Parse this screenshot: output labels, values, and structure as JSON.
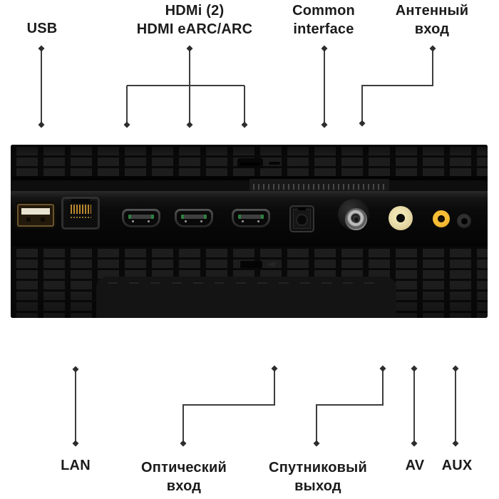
{
  "labels": {
    "usb": {
      "text": "USB"
    },
    "hdmi": {
      "line1": "HDMi (2)",
      "line2": "HDMI eARC/ARC"
    },
    "common_interface": {
      "line1": "Common",
      "line2": "interface"
    },
    "antenna": {
      "line1": "Антенный",
      "line2": "вход"
    },
    "lan": {
      "text": "LAN"
    },
    "optical": {
      "line1": "Оптический",
      "line2": "вход"
    },
    "satellite": {
      "line1": "Спутниковый",
      "line2": "выход"
    },
    "av": {
      "text": "AV"
    },
    "aux": {
      "text": "AUX"
    }
  },
  "port_icons": [
    "usb-port",
    "ethernet-port",
    "hdmi-port",
    "hdmi-port",
    "hdmi-port",
    "optical-audio-port",
    "antenna-coax-port",
    "satellite-port",
    "av-rca-port",
    "aux-jack-port"
  ],
  "colors": {
    "background": "#ffffff",
    "text": "#1b1b1b",
    "callout_line": "#3d3d3d",
    "panel_black": "#0b0b0b",
    "checker_square": "#1d1d1d",
    "usb_tab_cream": "#e9e3d1",
    "usb_gold": "#6b5530",
    "lan_pin_gold": "#b9882f",
    "hdmi_pcb_green": "#2e8040",
    "antenna_metal": "#bcbcbc",
    "satellite_cream": "#e2d5a2",
    "av_yellow": "#f6bd35"
  }
}
